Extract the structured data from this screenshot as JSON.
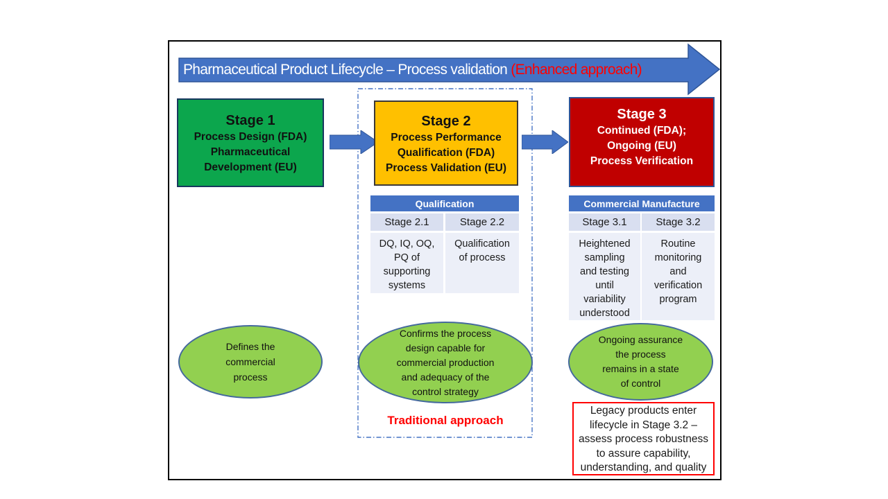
{
  "banner": {
    "text_main": "Pharmaceutical Product Lifecycle – Process validation",
    "text_accent": " (Enhanced approach)"
  },
  "stage1": {
    "title": "Stage 1",
    "lines": [
      "Process Design (FDA)",
      "Pharmaceutical",
      "Development (EU)"
    ]
  },
  "stage2": {
    "title": "Stage 2",
    "lines": [
      "Process Performance",
      "Qualification (FDA)",
      "Process Validation (EU)"
    ]
  },
  "stage3": {
    "title": "Stage 3",
    "lines": [
      "Continued (FDA);",
      "Ongoing (EU)",
      "Process Verification"
    ]
  },
  "qualification_table": {
    "header": "Qualification",
    "col1": "Stage 2.1",
    "col2": "Stage 2.2",
    "cell1_lines": [
      "DQ, IQ, OQ,",
      "PQ of",
      "supporting",
      "systems"
    ],
    "cell2_lines": [
      "Qualification",
      "of process"
    ]
  },
  "commercial_table": {
    "header": "Commercial Manufacture",
    "col1": "Stage 3.1",
    "col2": "Stage 3.2",
    "cell1_lines": [
      "Heightened",
      "sampling",
      "and testing",
      "until",
      "variability",
      "understood"
    ],
    "cell2_lines": [
      "Routine",
      "monitoring",
      "and",
      "verification",
      "program"
    ]
  },
  "ellipse1": {
    "lines": [
      "Defines the",
      "commercial",
      "process"
    ]
  },
  "ellipse2": {
    "lines": [
      "Confirms the process",
      "design capable for",
      "commercial production",
      "and adequacy of the",
      "control strategy"
    ]
  },
  "ellipse3": {
    "lines": [
      "Ongoing assurance",
      "the process",
      "remains in a state",
      "of control"
    ]
  },
  "traditional_label": "Traditional approach",
  "legacy_note": {
    "lines": [
      "Legacy products enter",
      "lifecycle in Stage 3.2 –",
      "assess process robustness",
      "to assure capability,",
      "understanding, and quality"
    ]
  },
  "colors": {
    "banner_blue": "#4472C4",
    "banner_blue_border": "#2F5597",
    "stage1_green": "#0CA64D",
    "stage2_yellow": "#FFC000",
    "stage3_red": "#C00000",
    "ellipse_green": "#92D050",
    "table_header_blue": "#4472C4",
    "table_subrow_bg": "#D9DFF0",
    "table_cell_bg": "#ECEFF8",
    "accent_red": "#FF0000"
  }
}
